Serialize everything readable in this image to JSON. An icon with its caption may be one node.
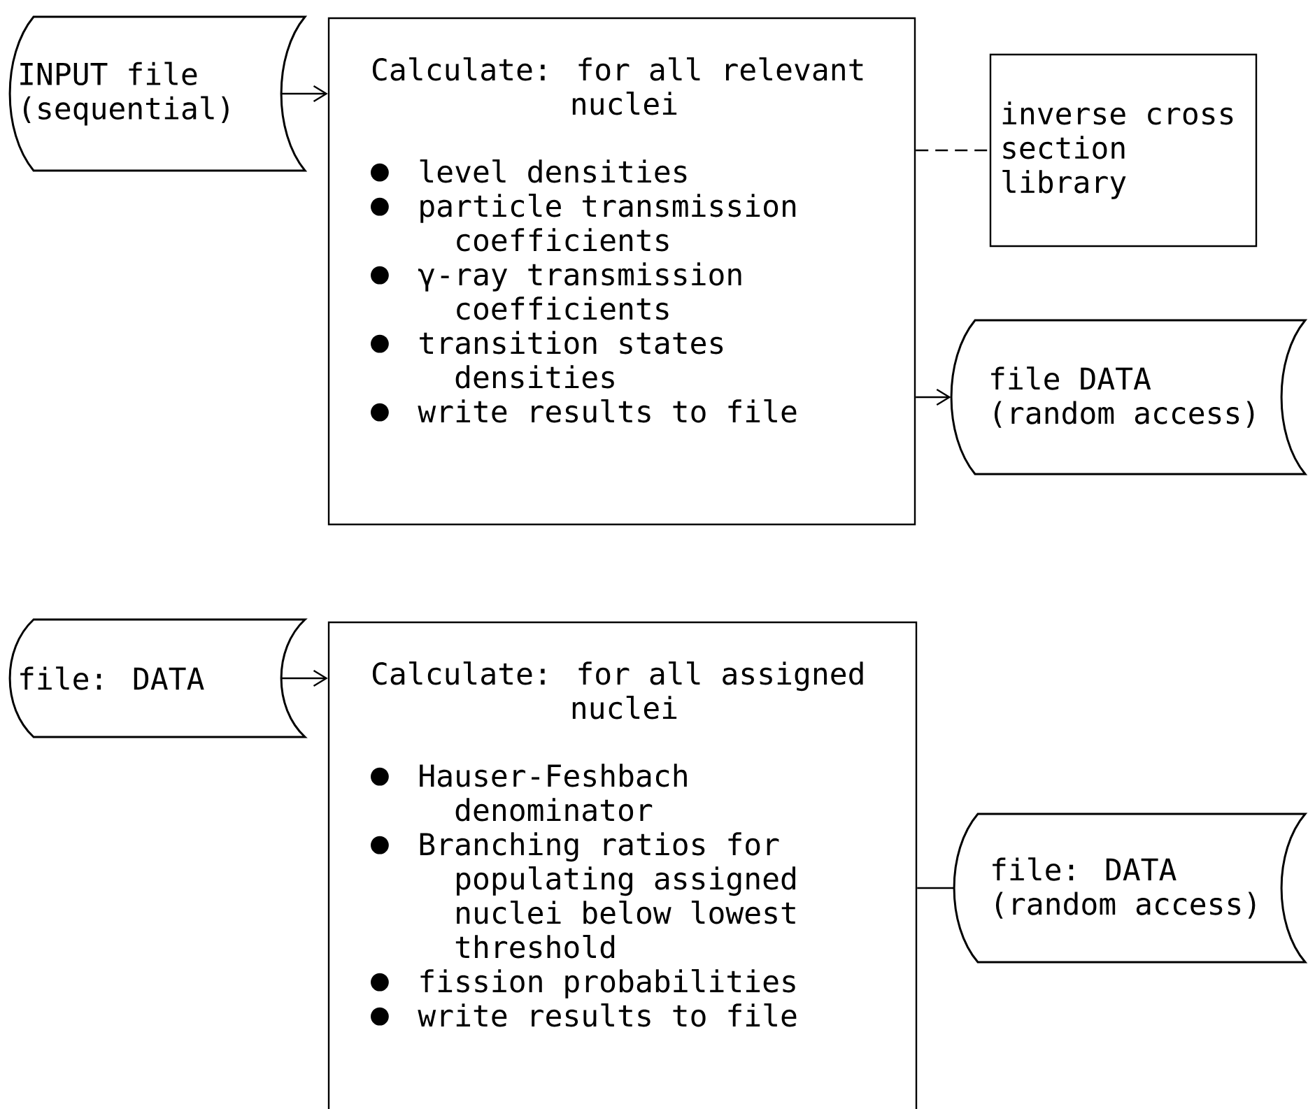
{
  "diagram": {
    "nodes": [
      {
        "text": [
          "INPUT file (sequential)"
        ]
      },
      {
        "text": [
          "Calculate: for all relevant nuclei",
          "level densities",
          "particle transmission coefficients",
          "γ-ray transmission coefficients",
          "transition states densities",
          "write results to file"
        ]
      },
      {
        "text": [
          "inverse cross section library"
        ]
      },
      {
        "text": [
          "file DATA (random access)"
        ]
      },
      {
        "text": [
          "file: DATA"
        ]
      },
      {
        "text": [
          "Calculate: for all assigned nuclei",
          "Hauser-Feshbach denominator",
          "Branching ratios for populating assigned nuclei below lowest threshold",
          "fission probabilities",
          "write results to file"
        ]
      },
      {
        "text": [
          "file: DATA (random access)"
        ]
      }
    ],
    "edges": [
      {
        "from": 0,
        "to": 1,
        "arrow": "to"
      },
      {
        "from": 1,
        "to": 2,
        "arrow": "none",
        "style": "dashed"
      },
      {
        "from": 1,
        "to": 3,
        "arrow": "to"
      },
      {
        "from": 4,
        "to": 5,
        "arrow": "to"
      },
      {
        "from": 5,
        "to": 6,
        "arrow": "none"
      }
    ]
  }
}
